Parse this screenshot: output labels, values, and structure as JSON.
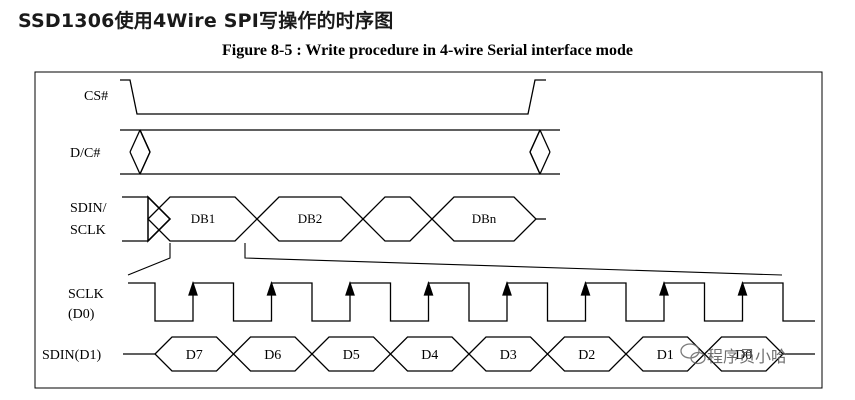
{
  "heading": "SSD1306使用4Wire SPI写操作的时序图",
  "figure_caption": "Figure 8-5 : Write procedure in 4-wire Serial interface mode",
  "signals": {
    "cs": "CS#",
    "dc": "D/C#",
    "sdin_sclk_line1": "SDIN/",
    "sdin_sclk_line2": "SCLK",
    "sclk_line1": "SCLK",
    "sclk_line2": "(D0)",
    "sdin_d1": "SDIN(D1)"
  },
  "byte_labels": [
    "DB1",
    "DB2",
    "DBn"
  ],
  "bit_labels": [
    "D7",
    "D6",
    "D5",
    "D4",
    "D3",
    "D2",
    "D1",
    "D0"
  ],
  "watermark": {
    "text": "程序员小哈",
    "icon": "wechat-icon"
  },
  "colors": {
    "line": "#000000",
    "heading": "#1a1a1a",
    "watermark": "#555555"
  }
}
